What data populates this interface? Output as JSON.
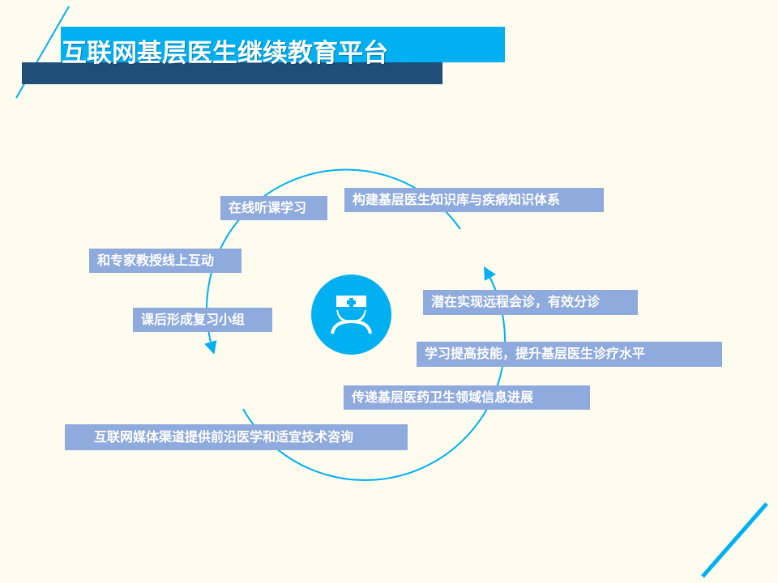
{
  "title": "互联网基层医生继续教育平台",
  "center_icon": "doctor-icon",
  "labels": {
    "online_class": "在线听课学习",
    "knowledge_base": "构建基层医生知识库与疾病知识体系",
    "expert_interaction": "和专家教授线上互动",
    "study_group": "课后形成复习小组",
    "remote_consult": "潜在实现远程会诊，有效分诊",
    "improve_skills": "学习提高技能，提升基层医生诊疗水平",
    "info_progress": "传递基层医药卫生领域信息进展",
    "media_channel": "互联网媒体渠道提供前沿医学和适宜技术咨询"
  },
  "colors": {
    "accent": "#00b0f0",
    "dark": "#1f4e79",
    "label_bg": "#8faadc",
    "background": "#fefbef"
  }
}
